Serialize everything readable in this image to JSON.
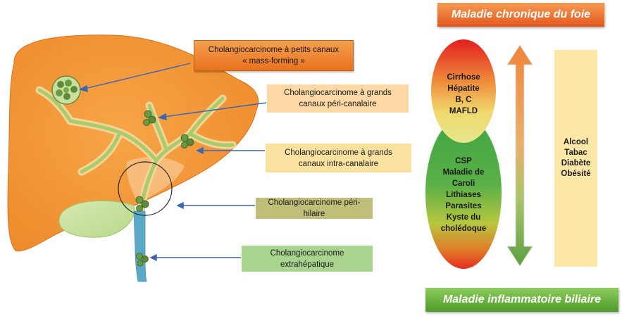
{
  "labels": {
    "small_ducts": [
      "Cholangiocarcinome à petits canaux",
      "« mass-forming »"
    ],
    "large_peri": [
      "Cholangiocarcinome à grands",
      "canaux  péri-canalaire"
    ],
    "large_intra": [
      "Cholangiocarcinome à grands",
      "canaux  intra-canalaire"
    ],
    "perihilar": [
      "Cholangiocarcinome péri-",
      "hilaire"
    ],
    "extrahepatic": [
      "Cholangiocarcinome",
      "extrahépatique"
    ]
  },
  "headers": {
    "top": "Maladie chronique du foie",
    "bottom": "Maladie inflammatoire biliaire"
  },
  "liver_disease": [
    "Cirrhose",
    "Hépatite",
    "B, C",
    "MAFLD"
  ],
  "biliary_disease": [
    "CSP",
    "Maladie de",
    "Caroli",
    "Lithiases",
    "Parasites",
    "Kyste du",
    "cholédoque"
  ],
  "risk_factors": [
    "Alcool",
    "Tabac",
    "Diabète",
    "Obésité"
  ],
  "colors": {
    "liver": "#f39a3c",
    "bile_duct": "#a8cc6a",
    "arrow_blue": "#3a64b4",
    "header_orange": "#e9691f",
    "header_green": "#5aa833"
  }
}
